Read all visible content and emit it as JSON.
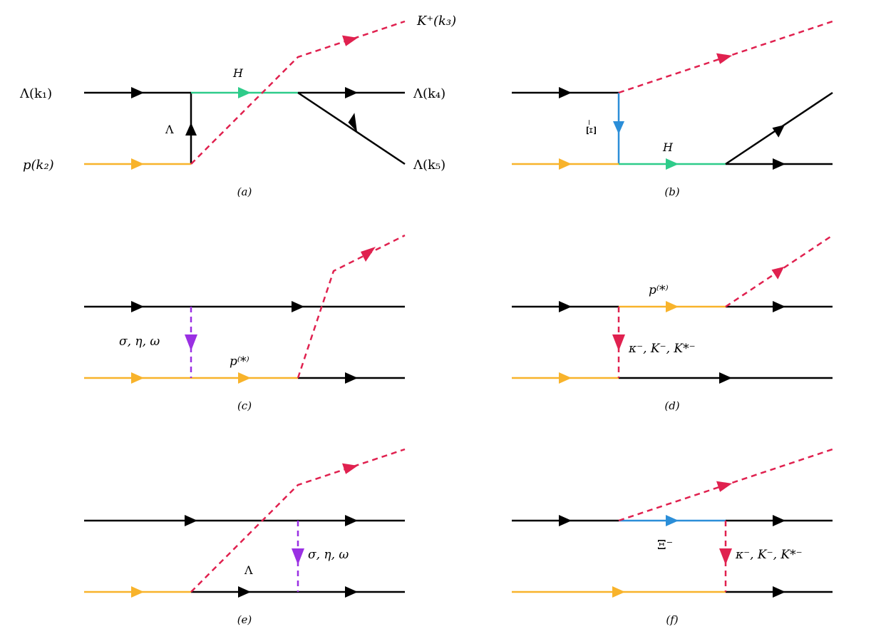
{
  "colors": {
    "lambda_line": "#000000",
    "proton_line": "#f8b32b",
    "kaon_line": "#e0214f",
    "hyperon_H": "#2ecc8a",
    "xi_line": "#2b8ed8",
    "meson_exchange": "#9a30e3"
  },
  "panels": [
    {
      "tag": "(a)",
      "labels": {
        "lambda_in": "Λ(k₁)",
        "proton_in": "p(k₂)",
        "kaon_out": "K⁺(k₃)",
        "lambda_out_1": "Λ(k₄)",
        "lambda_out_2": "Λ(k₅)",
        "internal_H": "H",
        "exchange": "Λ"
      }
    },
    {
      "tag": "(b)",
      "labels": {
        "exchange": "Ξ⁻",
        "internal_H": "H"
      }
    },
    {
      "tag": "(c)",
      "labels": {
        "exchange": "σ, η, ω",
        "internal": "p⁽*⁾"
      }
    },
    {
      "tag": "(d)",
      "labels": {
        "internal": "p⁽*⁾",
        "exchange": "κ⁻, K⁻, K*⁻"
      }
    },
    {
      "tag": "(e)",
      "labels": {
        "exchange": "σ, η, ω",
        "internal": "Λ"
      }
    },
    {
      "tag": "(f)",
      "labels": {
        "internal": "Ξ⁻",
        "exchange": "κ⁻, K⁻, K*⁻"
      }
    }
  ]
}
